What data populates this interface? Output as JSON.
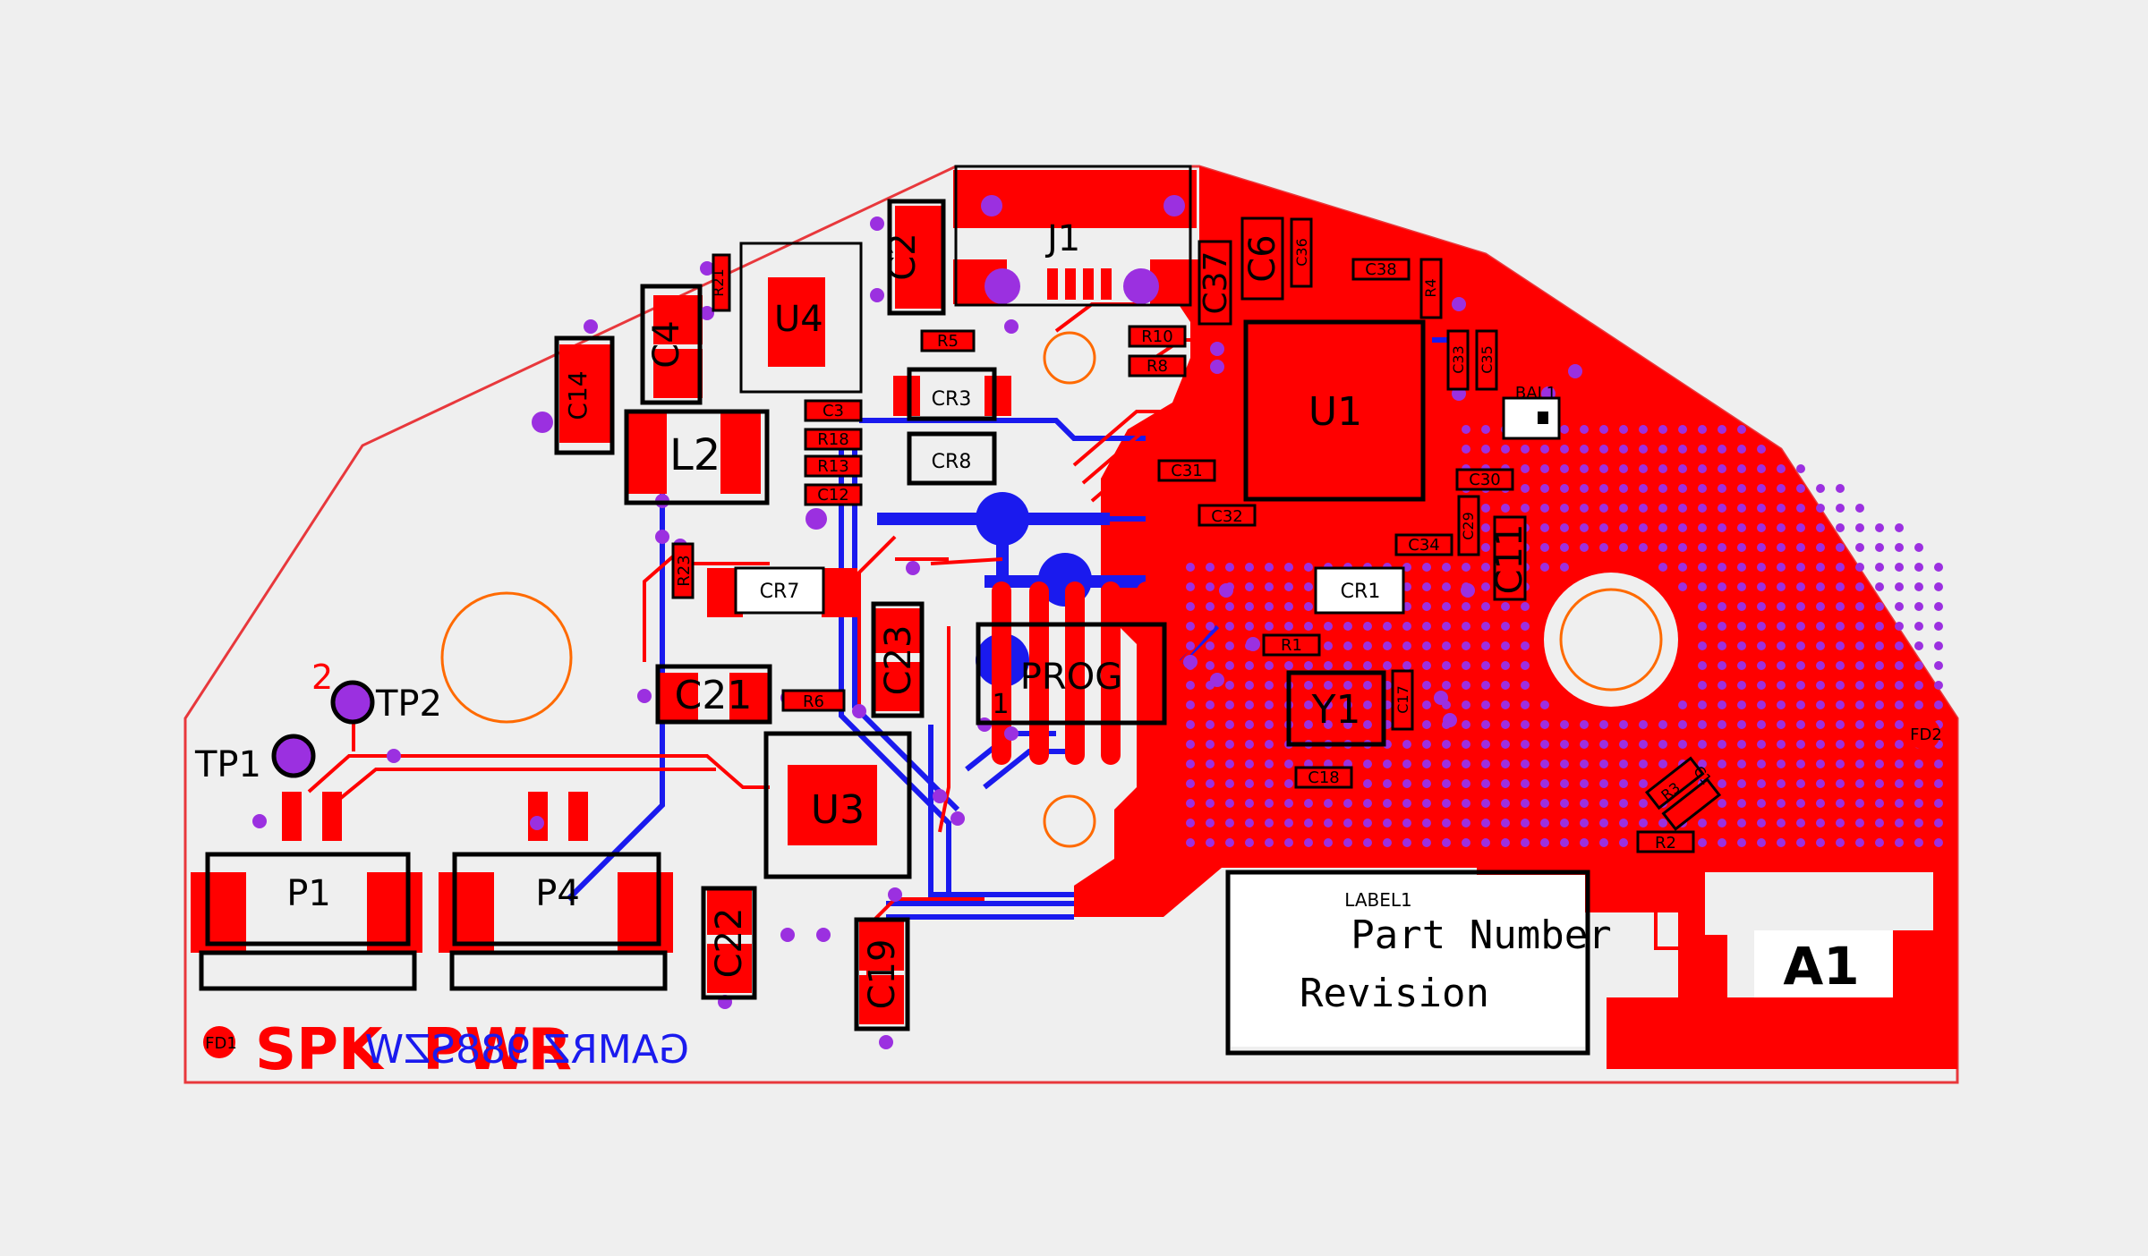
{
  "board": {
    "colors": {
      "background": "#efefef",
      "outline": "#e8383c",
      "top_copper": "#ff0000",
      "bottom_copper": "#1a1aee",
      "via": "#9b30e0",
      "silk": "#000000",
      "hole": "#ff6a00",
      "label_box": "#ffffff"
    },
    "components": [
      {
        "id": "J1",
        "label": "J1"
      },
      {
        "id": "C2",
        "label": "C2"
      },
      {
        "id": "U4",
        "label": "U4"
      },
      {
        "id": "R21",
        "label": "R21"
      },
      {
        "id": "C4",
        "label": "C4"
      },
      {
        "id": "C14",
        "label": "C14"
      },
      {
        "id": "L2",
        "label": "L2"
      },
      {
        "id": "R5",
        "label": "R5"
      },
      {
        "id": "CR3",
        "label": "CR3"
      },
      {
        "id": "C3",
        "label": "C3"
      },
      {
        "id": "R18",
        "label": "R18"
      },
      {
        "id": "CR8",
        "label": "CR8"
      },
      {
        "id": "R13",
        "label": "R13"
      },
      {
        "id": "C12",
        "label": "C12"
      },
      {
        "id": "R23",
        "label": "R23"
      },
      {
        "id": "CR7",
        "label": "CR7"
      },
      {
        "id": "C23",
        "label": "C23"
      },
      {
        "id": "C21",
        "label": "C21"
      },
      {
        "id": "R6",
        "label": "R6"
      },
      {
        "id": "U3",
        "label": "U3"
      },
      {
        "id": "C22",
        "label": "C22"
      },
      {
        "id": "C19",
        "label": "C19"
      },
      {
        "id": "PROG",
        "label": "PROG"
      },
      {
        "id": "R10",
        "label": "R10"
      },
      {
        "id": "R8",
        "label": "R8"
      },
      {
        "id": "C37",
        "label": "C37"
      },
      {
        "id": "C6",
        "label": "C6"
      },
      {
        "id": "C36",
        "label": "C36"
      },
      {
        "id": "C38",
        "label": "C38"
      },
      {
        "id": "R4",
        "label": "R4"
      },
      {
        "id": "U1",
        "label": "U1"
      },
      {
        "id": "C33",
        "label": "C33"
      },
      {
        "id": "C35",
        "label": "C35"
      },
      {
        "id": "BAL1",
        "label": "BAL1"
      },
      {
        "id": "C31",
        "label": "C31"
      },
      {
        "id": "C32",
        "label": "C32"
      },
      {
        "id": "C30",
        "label": "C30"
      },
      {
        "id": "C29",
        "label": "C29"
      },
      {
        "id": "C34",
        "label": "C34"
      },
      {
        "id": "C11",
        "label": "C11"
      },
      {
        "id": "CR1",
        "label": "CR1"
      },
      {
        "id": "R1",
        "label": "R1"
      },
      {
        "id": "Y1",
        "label": "Y1"
      },
      {
        "id": "C17",
        "label": "C17"
      },
      {
        "id": "C18",
        "label": "C18"
      },
      {
        "id": "R3",
        "label": "R3"
      },
      {
        "id": "C1",
        "label": "C1"
      },
      {
        "id": "R2",
        "label": "R2"
      },
      {
        "id": "FD2",
        "label": "FD2"
      },
      {
        "id": "FD1",
        "label": "FD1"
      },
      {
        "id": "TP1",
        "label": "TP1"
      },
      {
        "id": "TP2",
        "label": "TP2"
      },
      {
        "id": "P1",
        "label": "P1"
      },
      {
        "id": "P4",
        "label": "P4"
      }
    ],
    "pin_marker_2": "2",
    "pin_marker_1": "1",
    "label1": {
      "ref": "LABEL1",
      "line1": "Part Number",
      "line2": "Revision"
    },
    "antenna_label": "A1",
    "top_text": "SPK  PWR",
    "bottom_text_mirrored": "GAMRZ 988SZW"
  }
}
